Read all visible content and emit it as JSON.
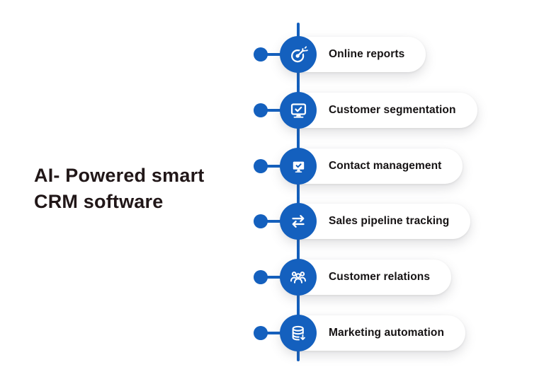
{
  "page": {
    "background": "#ffffff"
  },
  "title": {
    "text": "AI- Powered smart\nCRM software",
    "color": "#211718"
  },
  "timeline": {
    "accent_color": "#1460BE",
    "pill_background": "#ffffff",
    "label_color": "#161314",
    "items": [
      {
        "label": "Online reports",
        "icon": "target-dart-icon"
      },
      {
        "label": "Customer segmentation",
        "icon": "monitor-check-outline-icon"
      },
      {
        "label": "Contact management",
        "icon": "monitor-check-filled-icon"
      },
      {
        "label": "Sales pipeline tracking",
        "icon": "transfer-arrows-icon"
      },
      {
        "label": "Customer relations",
        "icon": "people-group-icon"
      },
      {
        "label": "Marketing automation",
        "icon": "database-download-icon"
      }
    ]
  }
}
